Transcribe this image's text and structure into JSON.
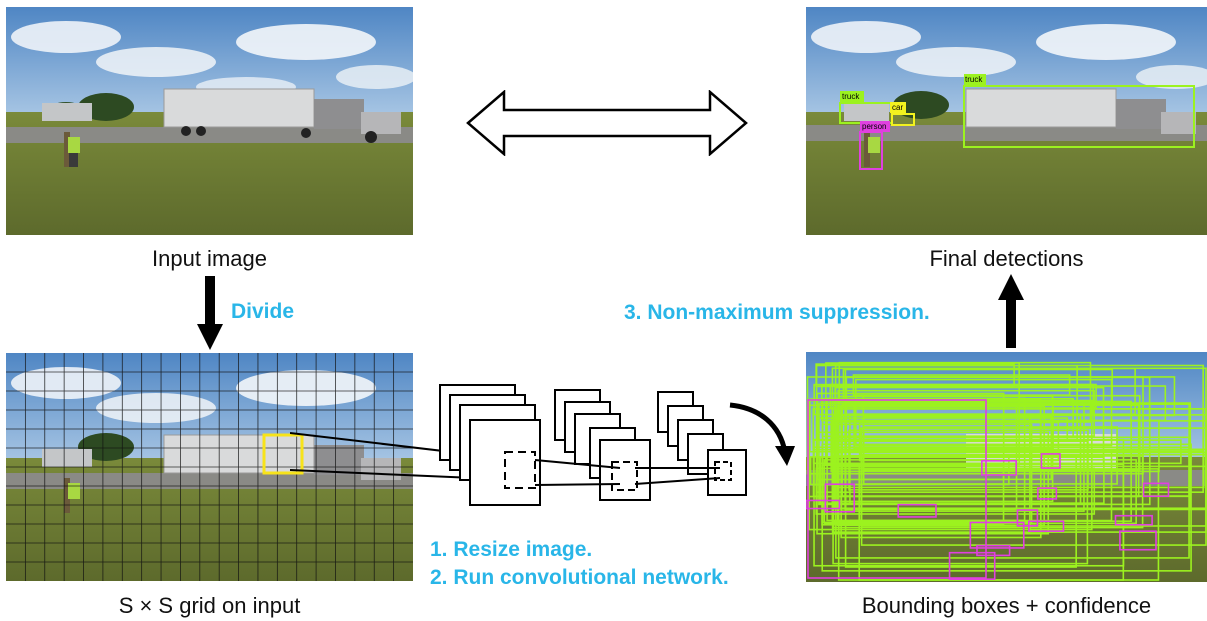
{
  "captions": {
    "input": "Input image",
    "grid": "S × S grid on input",
    "final": "Final detections",
    "boxes": "Bounding boxes + confidence"
  },
  "steps": {
    "divide": "Divide",
    "resize": "1.  Resize image.",
    "run_cnn": "2.  Run convolutional network.",
    "nms": "3. Non-maximum suppression."
  },
  "detection_labels": {
    "truck_small": "truck",
    "truck_big": "truck",
    "car": "car",
    "person": "person"
  },
  "colors": {
    "step_text": "#29b6e8",
    "truck_box": "#9cf21f",
    "person_box": "#e040e0",
    "car_box": "#f2f21f",
    "grid_cell": "#f7e31a"
  }
}
